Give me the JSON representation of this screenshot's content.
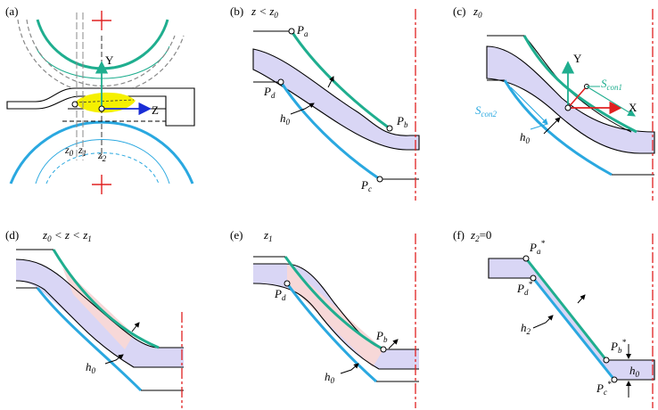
{
  "colors": {
    "green": "#1fae8f",
    "blue": "#2aa8e0",
    "red": "#e02020",
    "lavender": "#d9d6f5",
    "pink": "#f7d8d8",
    "yellow": "#f5f000",
    "dark_blue": "#1a2dd6",
    "gray_dash": "#888888"
  },
  "panels": {
    "a": {
      "tag": "(a)",
      "y_axis": "Y",
      "z_axis": "Z",
      "z0": "z",
      "z0_sub": "0",
      "z1": "z",
      "z1_sub": "1",
      "z2": "z",
      "z2_sub": "2"
    },
    "b": {
      "tag": "(b)",
      "cond_z": "z",
      "cond_lt": " < ",
      "cond_z0": "z",
      "cond_sub": "0",
      "pa": "P",
      "pa_sub": "a",
      "pb": "P",
      "pb_sub": "b",
      "pc": "P",
      "pc_sub": "c",
      "pd": "P",
      "pd_sub": "d",
      "h0": "h",
      "h0_sub": "0"
    },
    "c": {
      "tag": "(c)",
      "cond": "z",
      "cond_sub": "0",
      "y_axis": "Y",
      "x_axis": "X",
      "scon1": "S",
      "scon1_sub": "con1",
      "scon2": "S",
      "scon2_sub": "con2",
      "h0": "h",
      "h0_sub": "0"
    },
    "d": {
      "tag": "(d)",
      "cond_a": "z",
      "cond_a_sub": "0",
      "cond_lt1": " < ",
      "cond_b": "z",
      "cond_lt2": " < ",
      "cond_c": "z",
      "cond_c_sub": "1",
      "h0": "h",
      "h0_sub": "0"
    },
    "e": {
      "tag": "(e)",
      "cond": "z",
      "cond_sub": "1",
      "pd": "P",
      "pd_sub": "d",
      "pb": "P",
      "pb_sub": "b",
      "h0": "h",
      "h0_sub": "0"
    },
    "f": {
      "tag": "(f)",
      "cond": "z",
      "cond_sub": "2",
      "cond_eq": "=0",
      "pa": "P",
      "pa_sub": "a",
      "pd": "P",
      "pd_sub": "d",
      "pb": "P",
      "pb_sub": "b",
      "pc": "P",
      "pc_sub": "c",
      "star": "*",
      "h2": "h",
      "h2_sub": "2",
      "h0": "h",
      "h0_sub": "0"
    }
  }
}
